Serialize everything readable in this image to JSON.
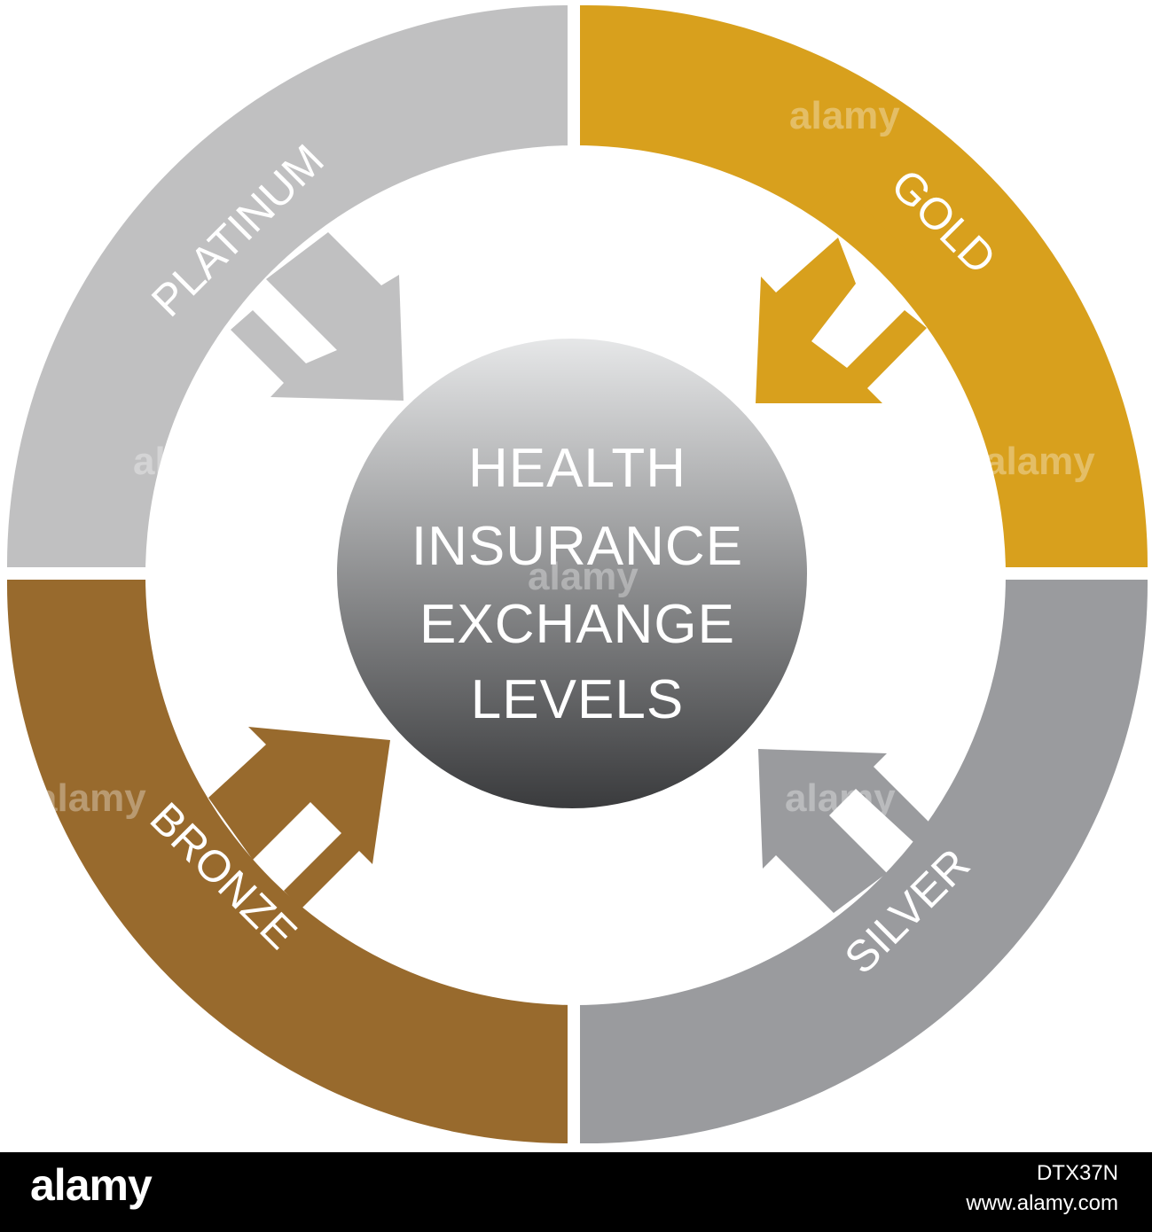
{
  "diagram": {
    "center": {
      "lines": [
        "HEALTH",
        "INSURANCE",
        "EXCHANGE",
        "LEVELS"
      ]
    },
    "segments": [
      {
        "label": "PLATINUM",
        "color": "#c0c0c1"
      },
      {
        "label": "GOLD",
        "color": "#d8a01d"
      },
      {
        "label": "SILVER",
        "color": "#9a9b9e"
      },
      {
        "label": "BRONZE",
        "color": "#986a2d"
      }
    ],
    "center_gradient": [
      "#e6e7e8",
      "#3a3b3d"
    ]
  },
  "watermark": {
    "text": "alamy"
  },
  "footer": {
    "brand": "alamy",
    "image_id": "DTX37N",
    "site": "www.alamy.com"
  }
}
